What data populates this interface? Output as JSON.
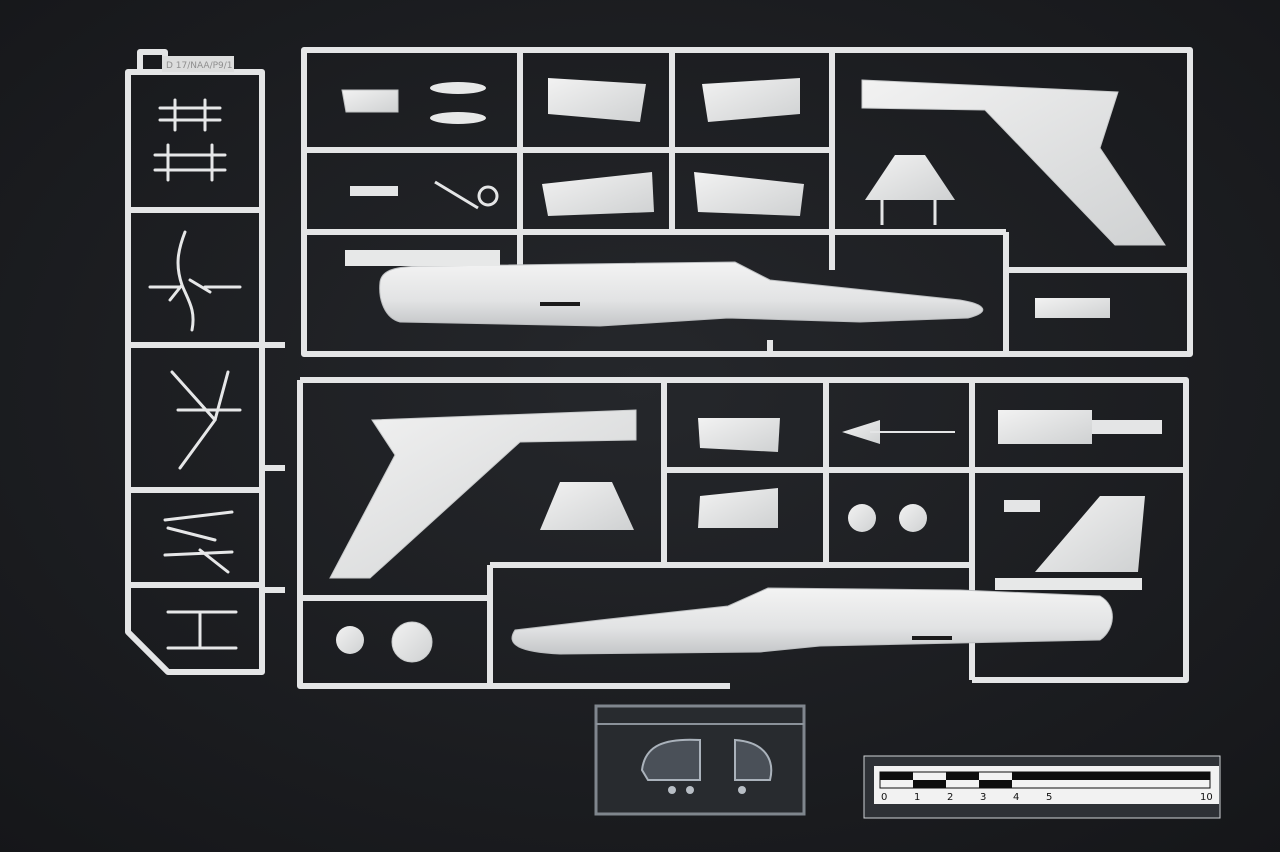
{
  "photo": {
    "subject": "Plastic model kit sprues on dark background",
    "colors": {
      "background": "#1c1e22",
      "plastic": "#e9eaea",
      "plastic_shade": "#c9cbcc",
      "clear_part": "#9aa3ad",
      "scale_white": "#f2f2f2",
      "scale_black": "#0d0d0d"
    }
  },
  "sprue_d": {
    "code": "D 17/NAA/P9/1"
  },
  "scale_bar": {
    "tick_labels": [
      "0",
      "1",
      "2",
      "3",
      "4",
      "5",
      "10"
    ]
  }
}
